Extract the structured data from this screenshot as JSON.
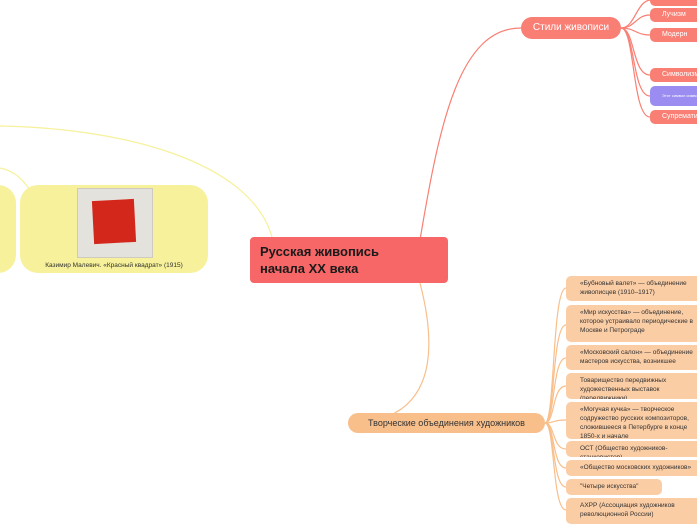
{
  "root": {
    "title_line1": "Русская живопись",
    "title_line2": "начала XX века"
  },
  "styles_branch": {
    "label": "Стили живописи",
    "items": [
      {
        "label": "Лучизм"
      },
      {
        "label": "Модерн"
      },
      {
        "label": "Символизм"
      },
      {
        "label": "Этот символ символизирует"
      },
      {
        "label": "Супрематизм"
      }
    ]
  },
  "groups_branch": {
    "label": "Творческие объединения художников",
    "items": [
      {
        "label": "«Бубновый валет» — объединение живописцев (1910–1917)"
      },
      {
        "label": "«Мир искусства» — объединение, которое устраивало периодические в Москве и Петрограде"
      },
      {
        "label": "«Московский салон» — объединение мастеров искусства, возникшее"
      },
      {
        "label": "Товарищество передвижных художественных выставок (передвижники)"
      },
      {
        "label": "«Могучая кучка» — творческое содружество русских композиторов, сложившееся в Петербурге в конце 1850-х и начале"
      },
      {
        "label": "ОСТ (Общество художников-станковистов)"
      },
      {
        "label": "«Общество московских художников»"
      },
      {
        "label": "\"Четыре искусства\""
      },
      {
        "label": "АХРР (Ассоциация художников революционной России)"
      }
    ]
  },
  "image_card": {
    "caption": "Казимир Малевич. «Красный квадрат» (1915)"
  },
  "colors": {
    "root": "#f86767",
    "style_branch": "#f97f74",
    "groups_branch": "#f8bf8b",
    "card": "#f6f19a",
    "painting_red": "#d3271c"
  }
}
